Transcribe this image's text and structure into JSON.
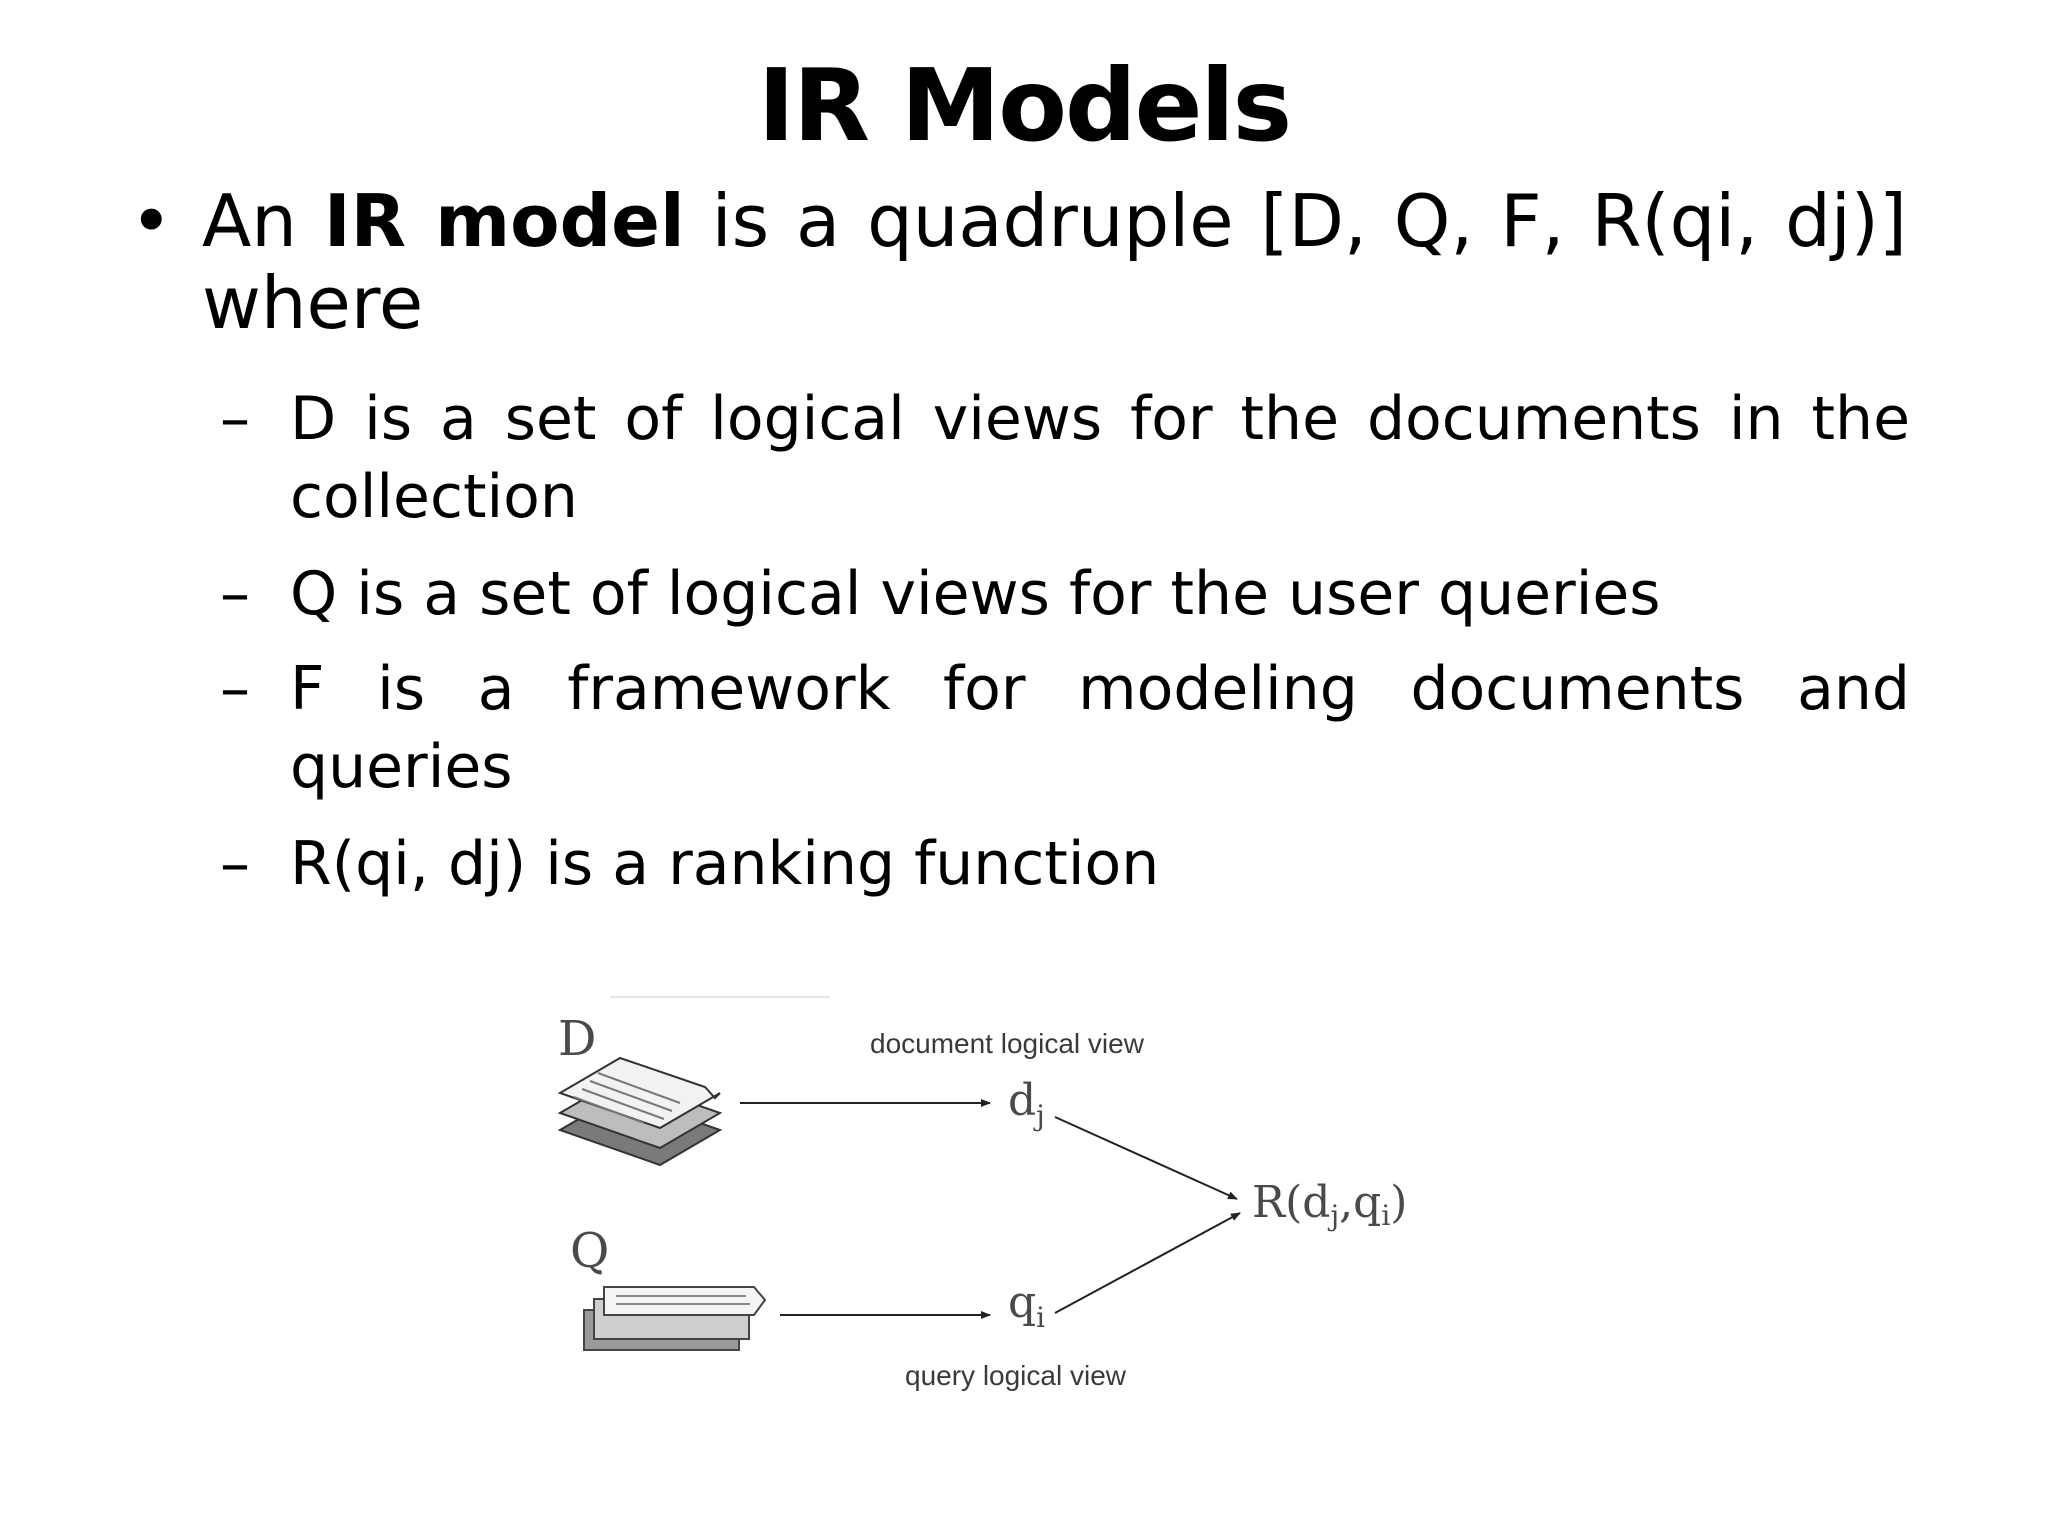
{
  "title": "IR Models",
  "main_bullet": {
    "marker": "•",
    "prefix": "An ",
    "bold": "IR model",
    "suffix": " is a quadruple [D, Q, F, R(qi, dj)] where"
  },
  "sub_bullets": [
    {
      "marker": "–",
      "text": "D is a set of logical views for the documents in the collection"
    },
    {
      "marker": "–",
      "text": "Q is a set of logical views for the user queries"
    },
    {
      "marker": "–",
      "text": "F is a framework for modeling documents and queries"
    },
    {
      "marker": "–",
      "text": "R(qi, dj) is a ranking function"
    }
  ],
  "diagram": {
    "doc_label": "D",
    "query_label": "Q",
    "doc_view_caption": "document logical view",
    "query_view_caption": "query logical view",
    "dj_base": "d",
    "dj_sub": "j",
    "qi_base": "q",
    "qi_sub": "i",
    "rank_R": "R(",
    "rank_d": "d",
    "rank_j": "j",
    "rank_comma": ",q",
    "rank_i": "i",
    "rank_close": ")",
    "icons": [
      "document-stack-icon",
      "query-stack-icon"
    ]
  }
}
